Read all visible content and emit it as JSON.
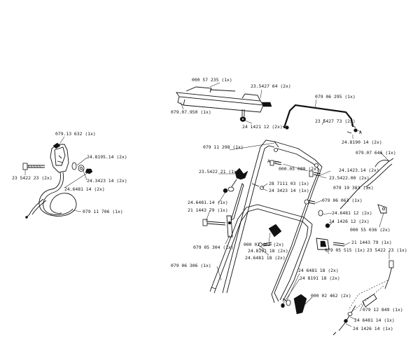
{
  "labels": {
    "l_079_13_632": "079.13 632 (1x)",
    "l_24_8195_14": "24.8195.14 (2x)",
    "l_24_3423_14_left": "24.3423 14 (2x)",
    "l_24_6481_14_left": "24.6481 14 (2x)",
    "l_23_5422_23_left": "23 5422 23 (2x)",
    "l_079_11_706": "079 11 706 (1x)",
    "l_000_57_235": "000 57 235 (1x)",
    "l_23_5427_64": "23.5427 64 (2x)",
    "l_079_07_950": "079.07.950 (1x)",
    "l_24_1421_12": "24 1421 12 (2x)",
    "l_079_06_295": "079 06 295 (1x)",
    "l_23_5427_73": "23 5427 73 (2x)",
    "l_24_8190_14": "24.8190 14 (2x)",
    "l_a_top": "A",
    "l_079_07_646": "079.07 646 (1x)",
    "l_079_11_298": "079 11 298 (1x)",
    "l_a_left": "A",
    "l_000_05_088": "000.05 088 (2x)",
    "l_24_1423_14": "24.1423.14 (2x)",
    "l_23_5422_00": "23.5422.00 (2x)",
    "l_23_5422_21": "23.5422 21 (1x)",
    "l_28_7111_03": "28 7111 03 (1x)",
    "l_24_3423_14_mid": "24 3423 14 (1x)",
    "l_079_19_383": "079 19 383 (1x)",
    "l_24_6481_14_mid": "24.6481.14 (1x)",
    "l_21_1443_79_left": "21 1443 79 (1x)",
    "l_079_06_063": "079 06 063 (1x)",
    "l_24_6481_12": "24.6481 12 (2x)",
    "l_24_1426_12": "24 1426 12 (2x)",
    "l_000_55_036": "000 55 036 (2x)",
    "l_21_1443_79_right": "21 1443 79 (1x)",
    "l_079_05_304": "079 05 304 (1x)",
    "l_000_02_462_mid": "000 02 462 (2x)",
    "l_24_8191_18_mid": "24.8191 18 (2x)",
    "l_24_6481_18_mid": "24.6481 18 (2x)",
    "l_079_05_515": "079 05 515 (1x)",
    "l_23_5422_23_right": "23 5422 23 (1x)",
    "l_079_06_306": "079 06 306 (1x)",
    "l_24_6481_18_low": "24 6481 18 (2x)",
    "l_24_8191_18_low": "24 8191 18 (2x)",
    "l_000_02_462_low": "000 02 462 (2x)",
    "l_079_12_849": "079 12 849 (1x)",
    "l_24_6481_14_low": "24 6481 14 (1x)",
    "l_24_1426_14": "24 1426 14 (1x)"
  }
}
